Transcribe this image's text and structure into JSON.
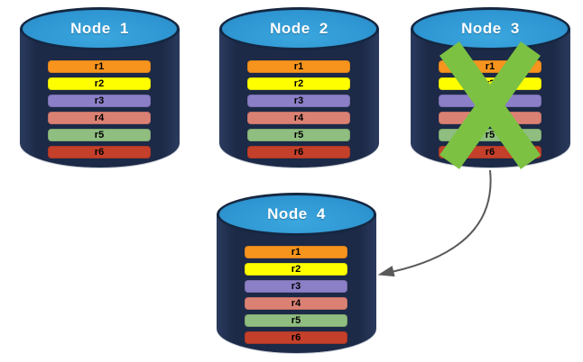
{
  "diagram": {
    "background": "#ffffff",
    "nodes": [
      {
        "label": "Node 1",
        "failed": false,
        "rows": [
          {
            "label": "r1",
            "color": "#F7941E"
          },
          {
            "label": "r2",
            "color": "#FEFE00"
          },
          {
            "label": "r3",
            "color": "#8B7FC7"
          },
          {
            "label": "r4",
            "color": "#DB8173"
          },
          {
            "label": "r5",
            "color": "#8FBE80"
          },
          {
            "label": "r6",
            "color": "#C4402B"
          }
        ]
      },
      {
        "label": "Node 2",
        "failed": false,
        "rows": [
          {
            "label": "r1",
            "color": "#F7941E"
          },
          {
            "label": "r2",
            "color": "#FEFE00"
          },
          {
            "label": "r3",
            "color": "#8B7FC7"
          },
          {
            "label": "r4",
            "color": "#DB8173"
          },
          {
            "label": "r5",
            "color": "#8FBE80"
          },
          {
            "label": "r6",
            "color": "#C4402B"
          }
        ]
      },
      {
        "label": "Node 3",
        "failed": true,
        "rows": [
          {
            "label": "r1",
            "color": "#F7941E"
          },
          {
            "label": "r2",
            "color": "#FEFE00"
          },
          {
            "label": "r3",
            "color": "#8B7FC7"
          },
          {
            "label": "r4",
            "color": "#DB8173"
          },
          {
            "label": "r5",
            "color": "#8FBE80"
          },
          {
            "label": "r6",
            "color": "#C4402B"
          }
        ]
      },
      {
        "label": "Node 4",
        "failed": false,
        "rows": [
          {
            "label": "r1",
            "color": "#F7941E"
          },
          {
            "label": "r2",
            "color": "#FEFE00"
          },
          {
            "label": "r3",
            "color": "#8B7FC7"
          },
          {
            "label": "r4",
            "color": "#DB8173"
          },
          {
            "label": "r5",
            "color": "#8FBE80"
          },
          {
            "label": "r6",
            "color": "#C4402B"
          }
        ]
      }
    ],
    "failure_mark": {
      "on_node": "Node 3",
      "glyph": "X",
      "color": "#7CC142"
    },
    "arrow": {
      "from": "Node 3",
      "to": "Node 4",
      "color": "#595959",
      "style": "curved"
    },
    "colors": {
      "cylinder_body": "#1C2947",
      "cylinder_top": "#2E96D2",
      "cylinder_outline": "#152741",
      "node_label_text": "#FFFFFF",
      "row_label_text": "#000000"
    }
  }
}
